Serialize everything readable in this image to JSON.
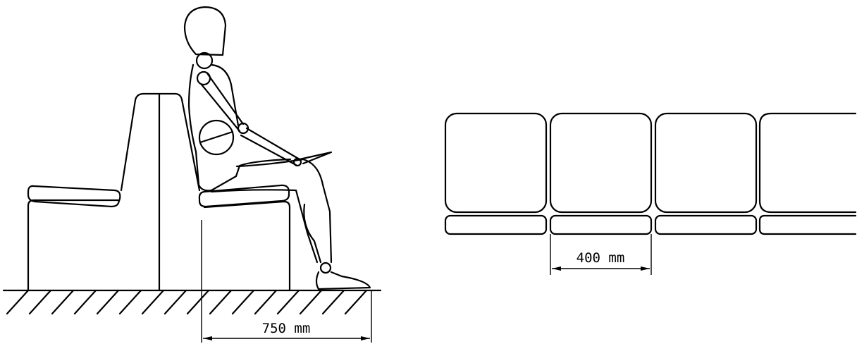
{
  "diagram": {
    "side_view": {
      "depth_dimension_label": "750 mm"
    },
    "front_view": {
      "seat_count": 4,
      "seat_width_label": "400 mm"
    }
  }
}
